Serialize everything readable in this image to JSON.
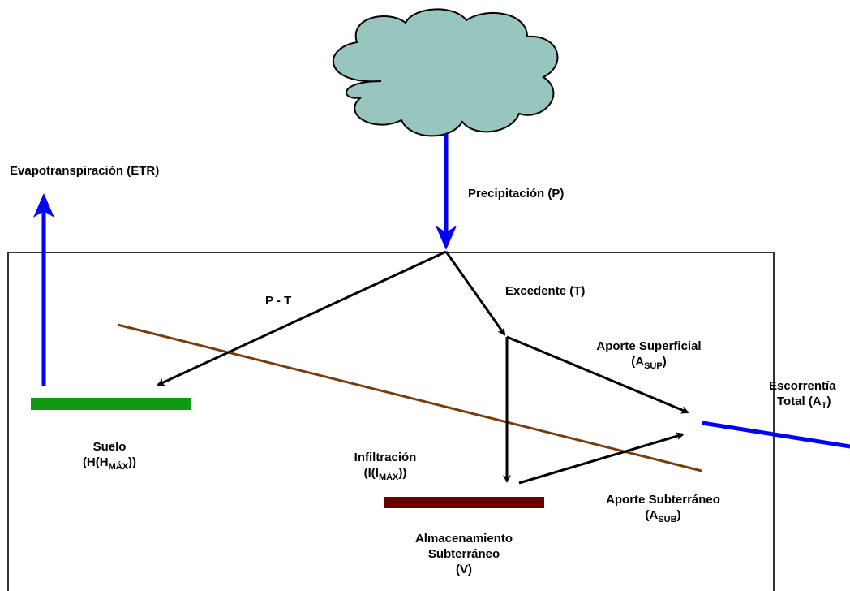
{
  "labels": {
    "evapotranspiration": "Evapotranspiración (ETR)",
    "precipitation": "Precipitación (P)",
    "p_minus_t": "P - T",
    "excedente": "Excedente (T)",
    "aporte_superficial": "Aporte Superficial",
    "aporte_superficial_sym": "(A",
    "aporte_superficial_sub": "SUP",
    "aporte_superficial_close": ")",
    "escorrentia_1": "Escorrentía",
    "escorrentia_2": "Total (A",
    "escorrentia_sub": "T",
    "escorrentia_close": ")",
    "suelo": "Suelo",
    "suelo_sym": "(H(H",
    "suelo_sub": "MÁX",
    "suelo_close": "))",
    "infiltracion": "Infiltración",
    "infiltracion_sym": "(I(I",
    "infiltracion_sub": "MÁX",
    "infiltracion_close": "))",
    "aporte_subterraneo": "Aporte Subterráneo",
    "aporte_subterraneo_sym": "(A",
    "aporte_subterraneo_sub": "SUB",
    "aporte_subterraneo_close": ")",
    "almacenamiento_1": "Almacenamiento",
    "almacenamiento_2": "Subterráneo",
    "almacenamiento_3": "(V)"
  },
  "colors": {
    "cloud_fill": "#97c6bf",
    "blue_arrow": "#0000ff",
    "soil_bar": "#119911",
    "storage_bar": "#660000",
    "ground_line": "#7a3d0a",
    "box_border": "#333333"
  }
}
